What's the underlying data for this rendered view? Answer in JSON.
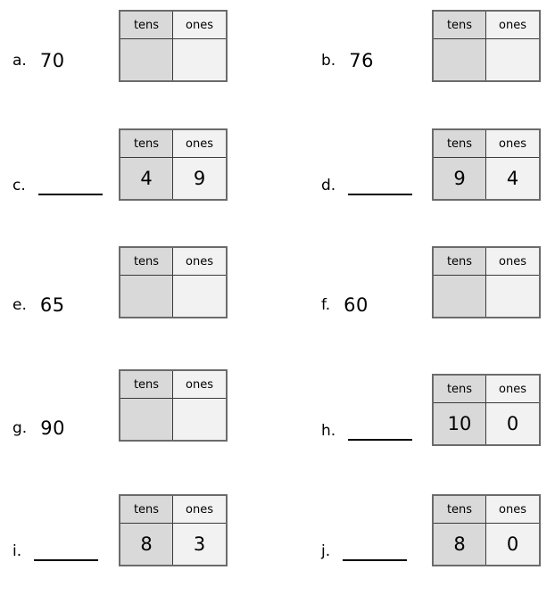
{
  "worksheet": {
    "table_headers": {
      "tens": "tens",
      "ones": "ones"
    },
    "blank_placeholder": "",
    "colors": {
      "tens_column": "#d9d9d9",
      "ones_column": "#f2f2f2",
      "table_border": "#6b6b6b",
      "inner_line": "#3a3a3a",
      "text": "#000000",
      "page_background": "#ffffff"
    },
    "problems": [
      {
        "letter": "a.",
        "value": "70",
        "has_blank": false,
        "tens": "",
        "ones": ""
      },
      {
        "letter": "b.",
        "value": "76",
        "has_blank": false,
        "tens": "",
        "ones": ""
      },
      {
        "letter": "c.",
        "value": "",
        "has_blank": true,
        "tens": "4",
        "ones": "9"
      },
      {
        "letter": "d.",
        "value": "",
        "has_blank": true,
        "tens": "9",
        "ones": "4"
      },
      {
        "letter": "e.",
        "value": "65",
        "has_blank": false,
        "tens": "",
        "ones": ""
      },
      {
        "letter": "f.",
        "value": "60",
        "has_blank": false,
        "tens": "",
        "ones": ""
      },
      {
        "letter": "g.",
        "value": "90",
        "has_blank": false,
        "tens": "",
        "ones": ""
      },
      {
        "letter": "h.",
        "value": "",
        "has_blank": true,
        "tens": "10",
        "ones": "0"
      },
      {
        "letter": "i.",
        "value": "",
        "has_blank": true,
        "tens": "8",
        "ones": "3"
      },
      {
        "letter": "j.",
        "value": "",
        "has_blank": true,
        "tens": "8",
        "ones": "0"
      }
    ]
  }
}
